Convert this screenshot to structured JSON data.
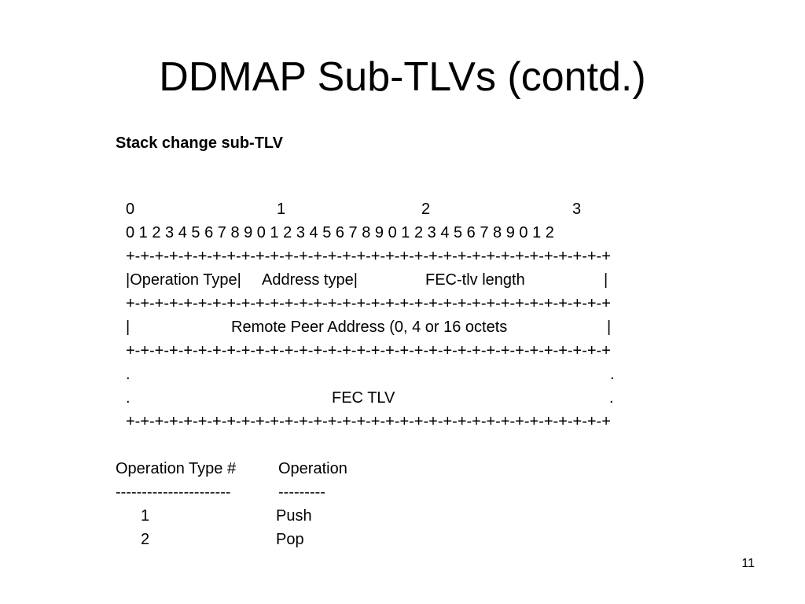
{
  "slide": {
    "title": "DDMAP Sub-TLVs (contd.)",
    "subtitle": "Stack change sub-TLV",
    "page_number": "11"
  },
  "packet_diagram": {
    "bit_tens": [
      "0",
      "1",
      "2",
      "3"
    ],
    "bit_ones": "0 1 2 3 4 5 6 7 8 9 0 1 2 3 4 5 6 7 8 9 0 1 2 3 4 5 6 7 8 9 0 1 2",
    "border": "+-+-+-+-+-+-+-+-+-+-+-+-+-+-+-+-+-+-+-+-+-+-+-+-+-+-+-+-+-+-+-+-+-+",
    "row1": {
      "field_operation_type": "|Operation Type|",
      "field_address_type": "Address type|",
      "field_fec_tlv_length": "FEC-tlv length",
      "right_bar": "|"
    },
    "row2": {
      "left_bar": "|",
      "field_remote_peer_address": "Remote Peer Address (0, 4 or 16 octets",
      "right_bar": "|"
    },
    "row3": {
      "left_dot": ".",
      "right_dot": "."
    },
    "row4": {
      "left_dot": ".",
      "field_fec_tlv": "FEC TLV",
      "right_dot": "."
    }
  },
  "operation_table": {
    "header_type": "Operation Type #",
    "header_operation": "Operation",
    "separator_type": "----------------------",
    "separator_operation": "---------",
    "rows": [
      {
        "type": "1",
        "operation": "Push"
      },
      {
        "type": "2",
        "operation": "Pop"
      }
    ]
  }
}
